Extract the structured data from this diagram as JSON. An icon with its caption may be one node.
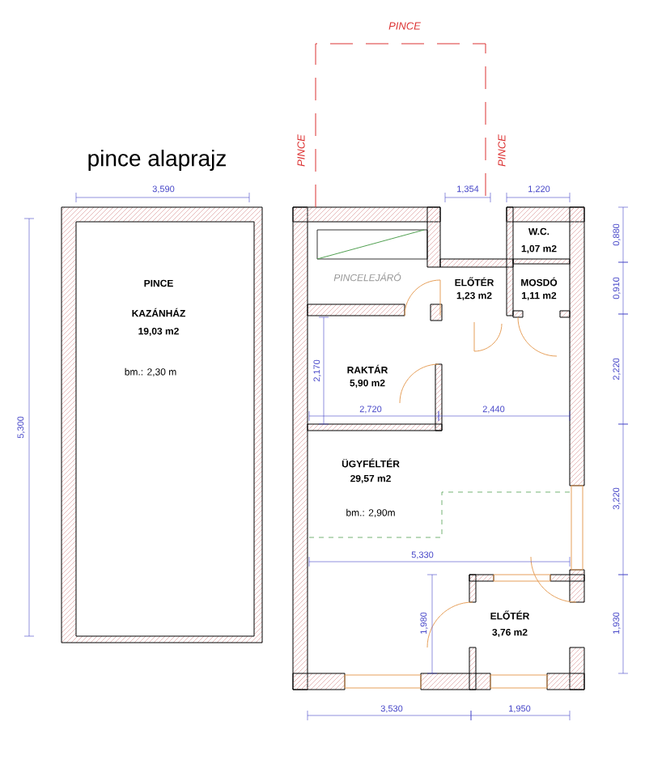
{
  "diagram": {
    "nodes": [
      {
        "text": [
          "PINCE",
          "KAZÁNHÁZ",
          "19,03 m2",
          "bm.: 2,30 m"
        ]
      },
      {
        "text": [
          "PINCELEJÁRÓ"
        ]
      },
      {
        "text": [
          "ELŐTÉR",
          "1,23 m2"
        ]
      },
      {
        "text": [
          "W.C.",
          "1,07 m2"
        ]
      },
      {
        "text": [
          "MOSDÓ",
          "1,11 m2"
        ]
      },
      {
        "text": [
          "RAKTÁR",
          "5,90 m2"
        ]
      },
      {
        "text": [
          "ÜGYFÉLTÉR",
          "29,57 m2",
          "bm.: 2,90m"
        ]
      },
      {
        "text": [
          "ELŐTÉR",
          "3,76 m2"
        ]
      }
    ],
    "labels": [
      "PINCE",
      "PINCE",
      "PINCE",
      "pince alaprajz",
      "3,590",
      "1,354",
      "1,220",
      "5,300",
      "0,880",
      "0,910",
      "2,170",
      "2,720",
      "2,440",
      "2,220",
      "3,220",
      "5,330",
      "1,980",
      "1,930",
      "3,530",
      "1,950"
    ]
  }
}
